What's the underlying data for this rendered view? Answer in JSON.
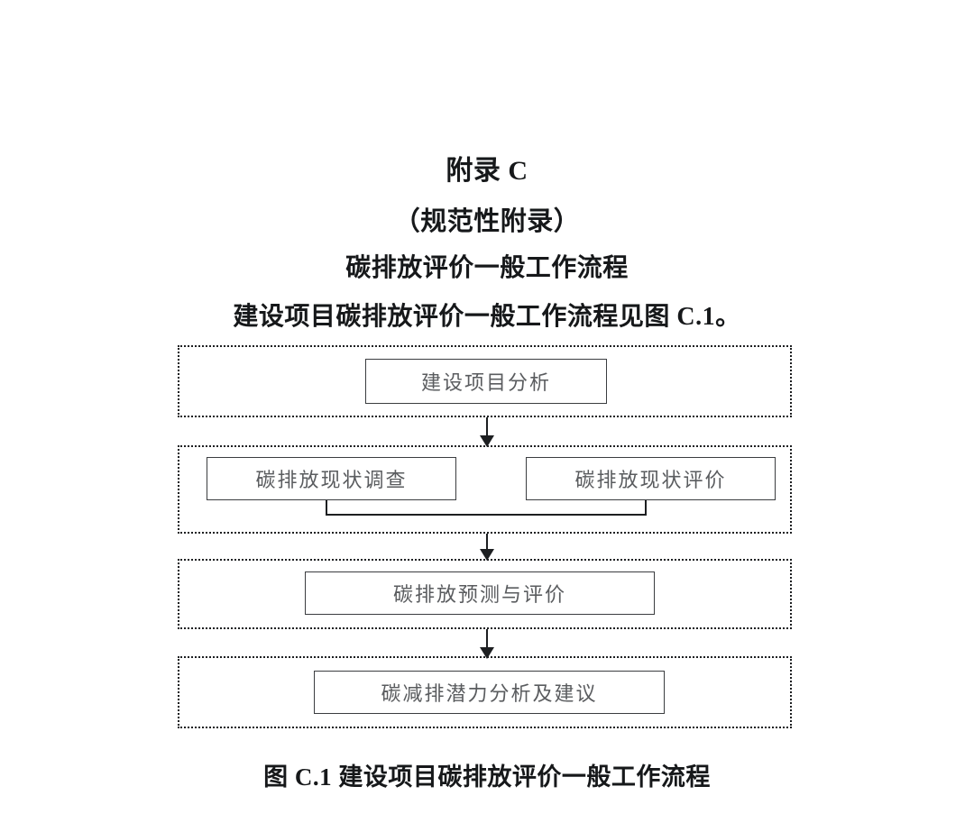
{
  "document": {
    "appendix_title": "附录 C",
    "appendix_kind": "（规范性附录）",
    "appendix_subject": "碳排放评价一般工作流程",
    "intro_paragraph": "建设项目碳排放评价一般工作流程见图 C.1。",
    "figure_caption": "图 C.1  建设项目碳排放评价一般工作流程"
  },
  "flowchart": {
    "stages": [
      {
        "id": "stage-1",
        "nodes": [
          {
            "label": "建设项目分析"
          }
        ]
      },
      {
        "id": "stage-2",
        "nodes": [
          {
            "label": "碳排放现状调查"
          },
          {
            "label": "碳排放现状评价"
          }
        ]
      },
      {
        "id": "stage-3",
        "nodes": [
          {
            "label": "碳排放预测与评价"
          }
        ]
      },
      {
        "id": "stage-4",
        "nodes": [
          {
            "label": "碳减排潜力分析及建议"
          }
        ]
      }
    ],
    "colors": {
      "node_border": "#3b3d40",
      "node_text": "#5a5c5f",
      "group_border": "#1d1f21",
      "connector": "#1d1f21",
      "background": "#ffffff"
    }
  }
}
